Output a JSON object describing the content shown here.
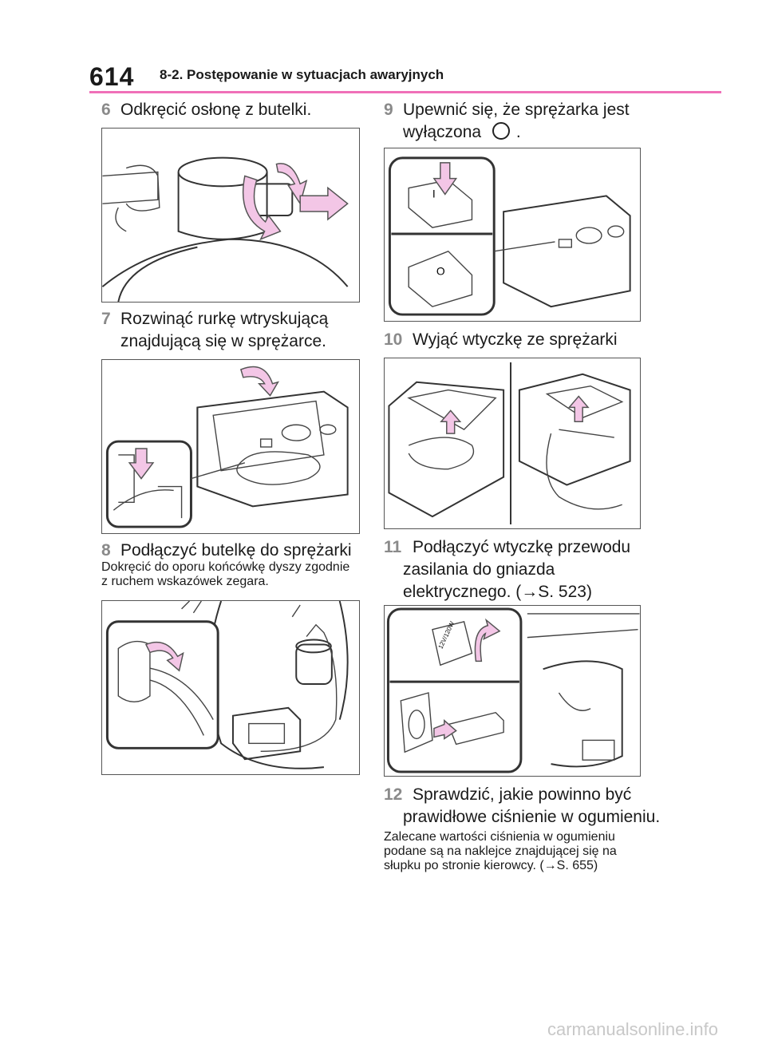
{
  "header": {
    "page_number": "614",
    "section_title": "8-2. Postępowanie w sytuacjach awaryjnych"
  },
  "steps": [
    {
      "num": "6",
      "text": "Odkręcić osłonę z butelki."
    },
    {
      "num": "7",
      "text": "Rozwinąć rurkę wtryskującą znajdującą się w sprężarce."
    },
    {
      "num": "8",
      "text": "Podłączyć butelkę do sprężarki",
      "note": "Dokręcić do oporu końcówkę dyszy zgodnie z ruchem wskazówek zegara."
    },
    {
      "num": "9",
      "text_before": "Upewnić się, że sprężarka jest wyłączona",
      "text_after": "."
    },
    {
      "num": "10",
      "text": "Wyjąć wtyczkę ze sprężarki"
    },
    {
      "num": "11",
      "text": "Podłączyć wtyczkę przewodu zasilania do gniazda elektrycznego. (→S. 523)"
    },
    {
      "num": "12",
      "text": "Sprawdzić, jakie powinno być prawidłowe ciśnienie w ogumieniu.",
      "note": "Zalecane wartości ciśnienia w ogumieniu podane są na naklejce znajdującej się na słupku po stronie kierowcy. (→S. 655)"
    }
  ],
  "figures": {
    "switch_labels": {
      "on": "I",
      "off": "O"
    },
    "plug_label": "12V/120W"
  },
  "icons": {
    "off_symbol": "circle-off-icon",
    "arrow": "pink-arrow-icon"
  },
  "colors": {
    "header_rule": "#f070b8",
    "arrow": "#f3c6e6",
    "step_number": "#8a8a8a"
  },
  "footer": {
    "watermark": "carmanualsonline.info"
  }
}
